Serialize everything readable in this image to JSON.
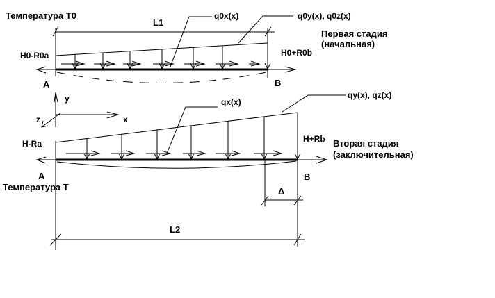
{
  "diagram": {
    "stage1": {
      "temperature_label": "Температура T0",
      "span_label": "L1",
      "left_support_label": "A",
      "right_support_label": "B",
      "left_height_label": "H0-R0a",
      "right_height_label": "H0+R0b",
      "axial_load_label": "q0x(x)",
      "transverse_load_label": "q0y(x), q0z(x)",
      "stage_title_line1": "Первая стадия",
      "stage_title_line2": "(начальная)"
    },
    "axes": {
      "x_label": "x",
      "y_label": "y",
      "z_label": "z"
    },
    "stage2": {
      "temperature_label": "Температура T",
      "span_label": "L2",
      "left_support_label": "A",
      "right_support_label": "B",
      "left_height_label": "H-Ra",
      "right_height_label": "H+Rb",
      "axial_load_label": "qx(x)",
      "transverse_load_label": "qy(x), qz(x)",
      "displacement_label": "Δ",
      "stage_title_line1": "Вторая стадия",
      "stage_title_line2": "(заключительная)"
    }
  }
}
